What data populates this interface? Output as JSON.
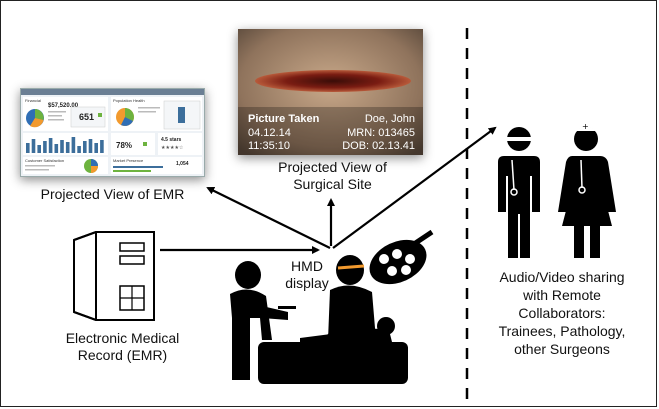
{
  "labels": {
    "emr_view": "Projected View of EMR",
    "surgical_view": "Projected View of\nSurgical Site",
    "hmd": "HMD\ndisplay",
    "emr": "Electronic Medical\nRecord (EMR)",
    "collab": "Audio/Video sharing\nwith Remote\nCollaborators:\nTrainees, Pathology,\nother Surgeons"
  },
  "surgical_overlay": {
    "title": "Picture Taken",
    "date": "04.12.14",
    "time": "11:35:10",
    "patient": "Doe, John",
    "mrn": "MRN: 013465",
    "dob": "DOB: 02.13.41"
  },
  "emr_dashboard": {
    "panel_1_title": "Financial",
    "panel_1_value": "$57,520.00",
    "panel_1_count": "651",
    "panel_2_title": "Population Health",
    "panel_2_percent": "78%",
    "panel_2_rating": "4.5 stars",
    "panel_3_title": "Customer Satisfaction",
    "panel_4_title": "Market Presence",
    "panel_4_value": "1,054"
  },
  "colors": {
    "line": "#000000",
    "figure": "#0d0d0d",
    "pie_green": "#6db33f",
    "pie_orange": "#f29a2e",
    "pie_blue": "#2f6eb5",
    "bar_blue": "#3c6e9b"
  }
}
